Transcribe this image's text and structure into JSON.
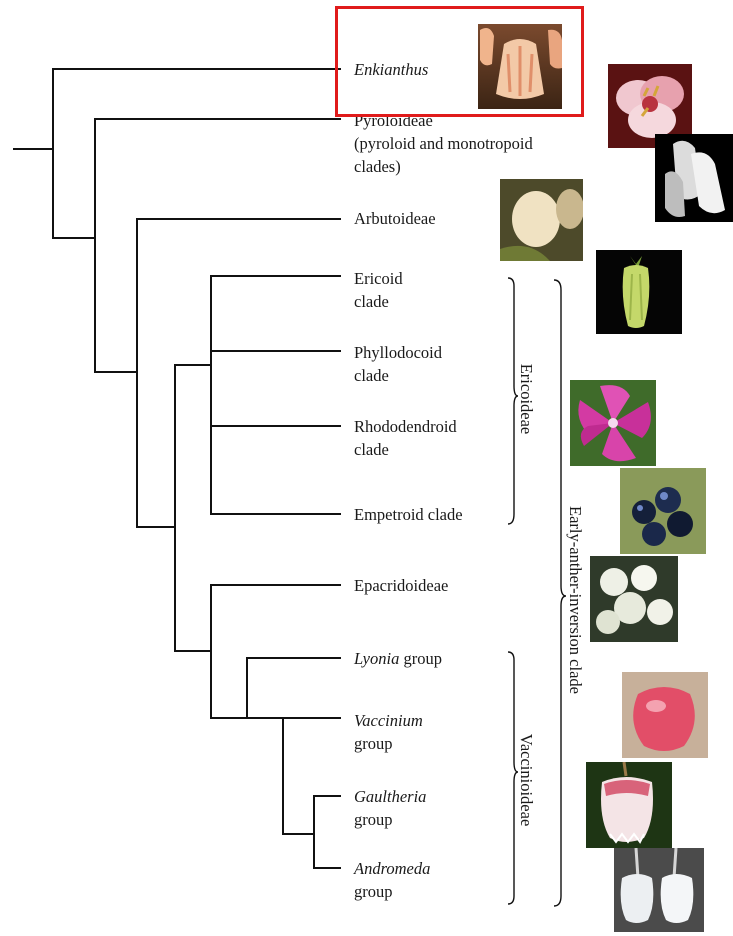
{
  "colors": {
    "highlight": "#e01b1b",
    "line": "#111111"
  },
  "labels": {
    "enkianthus": {
      "name": "Enkianthus",
      "suffix": ""
    },
    "pyroloideae": {
      "line1": "Pyroloideae",
      "line2": "(pyroloid and monotropoid",
      "line3": "clades)"
    },
    "arbutoideae": "Arbutoideae",
    "ericoid": {
      "line1": "Ericoid",
      "line2": "clade"
    },
    "phyllodocoid": {
      "line1": "Phyllodocoid",
      "line2": "clade"
    },
    "rhododendroid": {
      "line1": "Rhododendroid",
      "line2": "clade"
    },
    "empetroid": "Empetroid clade",
    "epacridoideae": "Epacridoideae",
    "lyonia": {
      "name": "Lyonia",
      "suffix": " group"
    },
    "vaccinium": {
      "name": "Vaccinium",
      "line2": "group"
    },
    "gaultheria": {
      "name": "Gaultheria",
      "line2": "group"
    },
    "andromeda": {
      "name": "Andromeda",
      "line2": "group"
    }
  },
  "groups": {
    "ericoideae": "Ericoideae",
    "vaccinioideae": "Vaccinioideae",
    "early_anther": "Early-anther-inversion clade"
  },
  "icons": [
    "enkianthus-bell-flower-photo",
    "pyroloid-flower-photo",
    "monotropoid-flower-photo",
    "arbutoid-flower-photo",
    "ericoid-flower-photo",
    "rhododendron-flower-photo",
    "empetrum-berry-photo",
    "epacrid-flower-photo",
    "lyonia-flower-photo",
    "vaccinium-flower-photo",
    "gaultheria-flower-photo",
    "andromeda-flower-photo"
  ]
}
